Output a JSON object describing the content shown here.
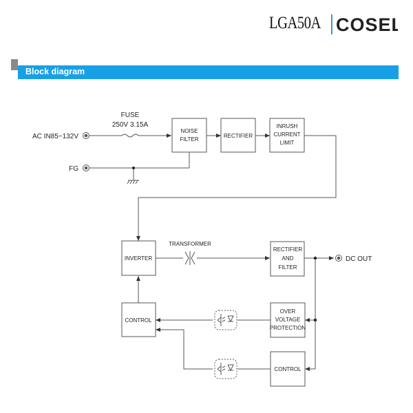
{
  "header": {
    "model": "LGA50A",
    "brand": "COSEL"
  },
  "section": {
    "title": "Block diagram"
  },
  "diagram": {
    "input_label": "AC IN85−132V",
    "fg_label": "FG",
    "fuse_line1": "FUSE",
    "fuse_line2": "250V 3.15A",
    "noise_filter": [
      "NOISE",
      "FILTER"
    ],
    "rectifier": "RECTIFIER",
    "inrush": [
      "INRUSH",
      "CURRENT",
      "LIMIT"
    ],
    "transformer": "TRANSFORMER",
    "inverter": "INVERTER",
    "rect_filter": [
      "RECTIFIER",
      "AND",
      "FILTER"
    ],
    "dc_out": "DC OUT",
    "control_left": "CONTROL",
    "ovp": [
      "OVER",
      "VOLTAGE",
      "PROTECTION"
    ],
    "control_right": "CONTROL"
  }
}
